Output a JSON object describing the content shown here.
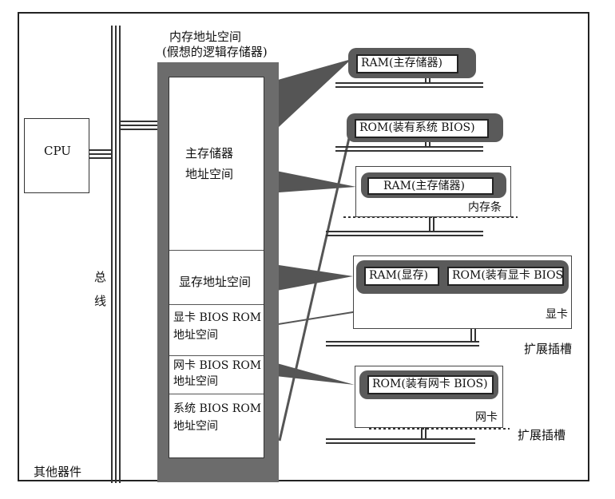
{
  "diagram": {
    "title_line1": "内存地址空间",
    "title_line2": "(假想的逻辑存储器)",
    "cpu_label": "CPU",
    "bus_label_1": "总",
    "bus_label_2": "线",
    "other_devices": "其他器件",
    "segments": {
      "main_line1": "主存储器",
      "main_line2": "地址空间",
      "vram": "显存地址空间",
      "video_bios_line1": "显卡 BIOS ROM",
      "video_bios_line2": "地址空间",
      "net_bios_line1": "网卡 BIOS ROM",
      "net_bios_line2": "地址空间",
      "sys_bios_line1": "系统 BIOS ROM",
      "sys_bios_line2": "地址空间"
    },
    "chips": {
      "ram_main_1": "RAM(主存储器)",
      "rom_system_bios": "ROM(装有系统 BIOS)",
      "ram_main_2": "RAM(主存储器)",
      "ram_vram": "RAM(显存)",
      "rom_video_bios": "ROM(装有显卡 BIOS)",
      "rom_net_bios": "ROM(装有网卡 BIOS)"
    },
    "cards": {
      "memory_module": "内存条",
      "video_card": "显卡",
      "network_card": "网卡"
    },
    "slots": {
      "slot_1": "扩展插槽",
      "slot_2": "扩展插槽"
    }
  }
}
